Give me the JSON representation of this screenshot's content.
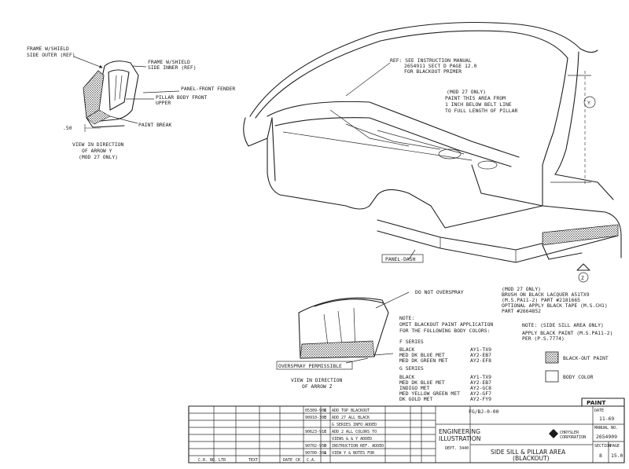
{
  "labels": {
    "frame_outer": "FRAME W/SHIELD",
    "frame_outer_2": "SIDE OUTER (REF)",
    "frame_inner": "FRAME W/SHIELD",
    "frame_inner_2": "SIDE INNER (REF)",
    "panel_front_fender": "PANEL-FRONT FENDER",
    "pillar_body": "PILLAR BODY FRONT",
    "pillar_body_2": "UPPER",
    "paint_break": "PAINT BREAK",
    "dim_50": ".50",
    "view_y_1": "VIEW IN DIRECTION",
    "view_y_2": "OF ARROW Y",
    "view_y_3": "(MOD 27 ONLY)",
    "ref_1": "REF: SEE INSTRUCTION MANUAL",
    "ref_2": "2654911 SECT D PAGE 12.0",
    "ref_3": "FOR BLACKOUT PRIMER",
    "mod27_1": "(MOD 27 ONLY)",
    "mod27_2": "PAINT THIS AREA FROM",
    "mod27_3": "1 INCH BELOW BELT LINE",
    "mod27_4": "TO FULL LENGTH OF PILLAR",
    "arrow_y": "Y",
    "panel_dash": "PANEL-DASH",
    "arrow_z": "Z",
    "do_not_overspray": "DO NOT OVERSPRAY",
    "overspray_permissible": "OVERSPRAY PERMISSIBLE",
    "view_z_1": "VIEW IN DIRECTION",
    "view_z_2": "OF ARROW Z",
    "brush_1": "(MOD 27 ONLY)",
    "brush_2": "BRUSH ON BLACK LACQUER A51TX9",
    "brush_3": "(M.S.PA11-2) PART #2181665",
    "brush_4": "OPTIONAL APPLY BLACK TAPE (M.S.CH1)",
    "brush_5": "PART #2664852",
    "note_1": "NOTE:",
    "note_2": "OMIT BLACKOUT PAINT APPLICATION",
    "note_3": "FOR THE FOLLOWING BODY COLORS:",
    "note_side_1": "NOTE: (SIDE SILL AREA ONLY)",
    "note_side_2": "APPLY BLACK PAINT (M.S.PA11-2)",
    "note_side_3": "PER (P.S.7774)",
    "legend_blackout": "BLACK-OUT PAINT",
    "legend_body": "BODY COLOR",
    "paint_box": "PAINT",
    "part_code": "FG/BJ-0-00"
  },
  "color_groups": [
    {
      "series": "F SERIES",
      "colors": [
        {
          "name": "BLACK",
          "code": "AY1-TX9"
        },
        {
          "name": "MED DK BLUE MET",
          "code": "AY2-EB7"
        },
        {
          "name": "MED DK GREEN MET",
          "code": "AY2-EF8"
        }
      ]
    },
    {
      "series": "G SERIES",
      "colors": [
        {
          "name": "BLACK",
          "code": "AY1-TX9"
        },
        {
          "name": "MED DK BLUE MET",
          "code": "AY2-EB7"
        },
        {
          "name": "INDIGO MET",
          "code": "AY2-GC8"
        },
        {
          "name": "MED YELLOW GREEN MET",
          "code": "AY2-GF7"
        },
        {
          "name": "DK GOLD MET",
          "code": "AY2-FY9"
        }
      ]
    }
  ],
  "title_block": {
    "engineering_1": "ENGINEERING",
    "engineering_2": "ILLUSTRATION",
    "dept": "DEPT. 3440",
    "title_1": "SIDE SILL & PILLAR AREA",
    "title_2": "(BLACKOUT)",
    "manual_label": "MANUAL NO.",
    "manual_no": "2654909",
    "section_label": "SECTION",
    "section": "8",
    "page_label": "PAGE",
    "page": "15.0",
    "date": "11-69",
    "date_label": "DATE",
    "chrysler": "CHRYSLER",
    "corporation": "CORPORATION"
  },
  "revisions": [
    {
      "no": "05309-902",
      "ltr": "K",
      "text": "ADD TOP BLACKOUT"
    },
    {
      "no": "90910-300",
      "ltr": "E",
      "text": "ADD 27 ALL BLACK"
    },
    {
      "no": "",
      "ltr": "",
      "text": "G SERIES INFO ADDED"
    },
    {
      "no": "90623-918",
      "ltr": "C",
      "text": "ADD 2 ALL COLORS TO"
    },
    {
      "no": "",
      "ltr": "",
      "text": "VIEWS & & Y ADDED"
    },
    {
      "no": "90702-950",
      "ltr": "B",
      "text": "INSTRUCTION REF. ADDED"
    },
    {
      "no": "90700-301",
      "ltr": "A",
      "text": "VIEW Y & NOTES FOR"
    }
  ],
  "revision_footer": {
    "cr_no": "C.R. NO.",
    "ltr": "LTR",
    "text": "TEXT",
    "date": "DATE",
    "ck": "CK",
    "ca": "C.A."
  }
}
